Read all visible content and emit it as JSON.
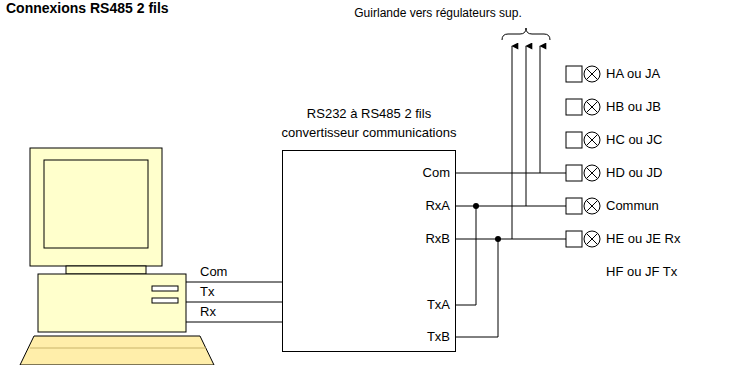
{
  "diagram": {
    "title": "Connexions RS485 2 fils",
    "nodes": [
      {
        "text": [
          "RS232 à RS485 2 fils convertisseur communications"
        ]
      }
    ],
    "labels": [
      "Guirlande vers régulateurs sup.",
      "Com",
      "RxA",
      "RxB",
      "TxA",
      "TxB",
      "Com",
      "Tx",
      "Rx",
      "HA ou JA",
      "HB ou JB",
      "HC ou JC",
      "HD ou JD",
      "Commun",
      "HE ou JE Rx",
      "HF ou JF Tx"
    ]
  }
}
